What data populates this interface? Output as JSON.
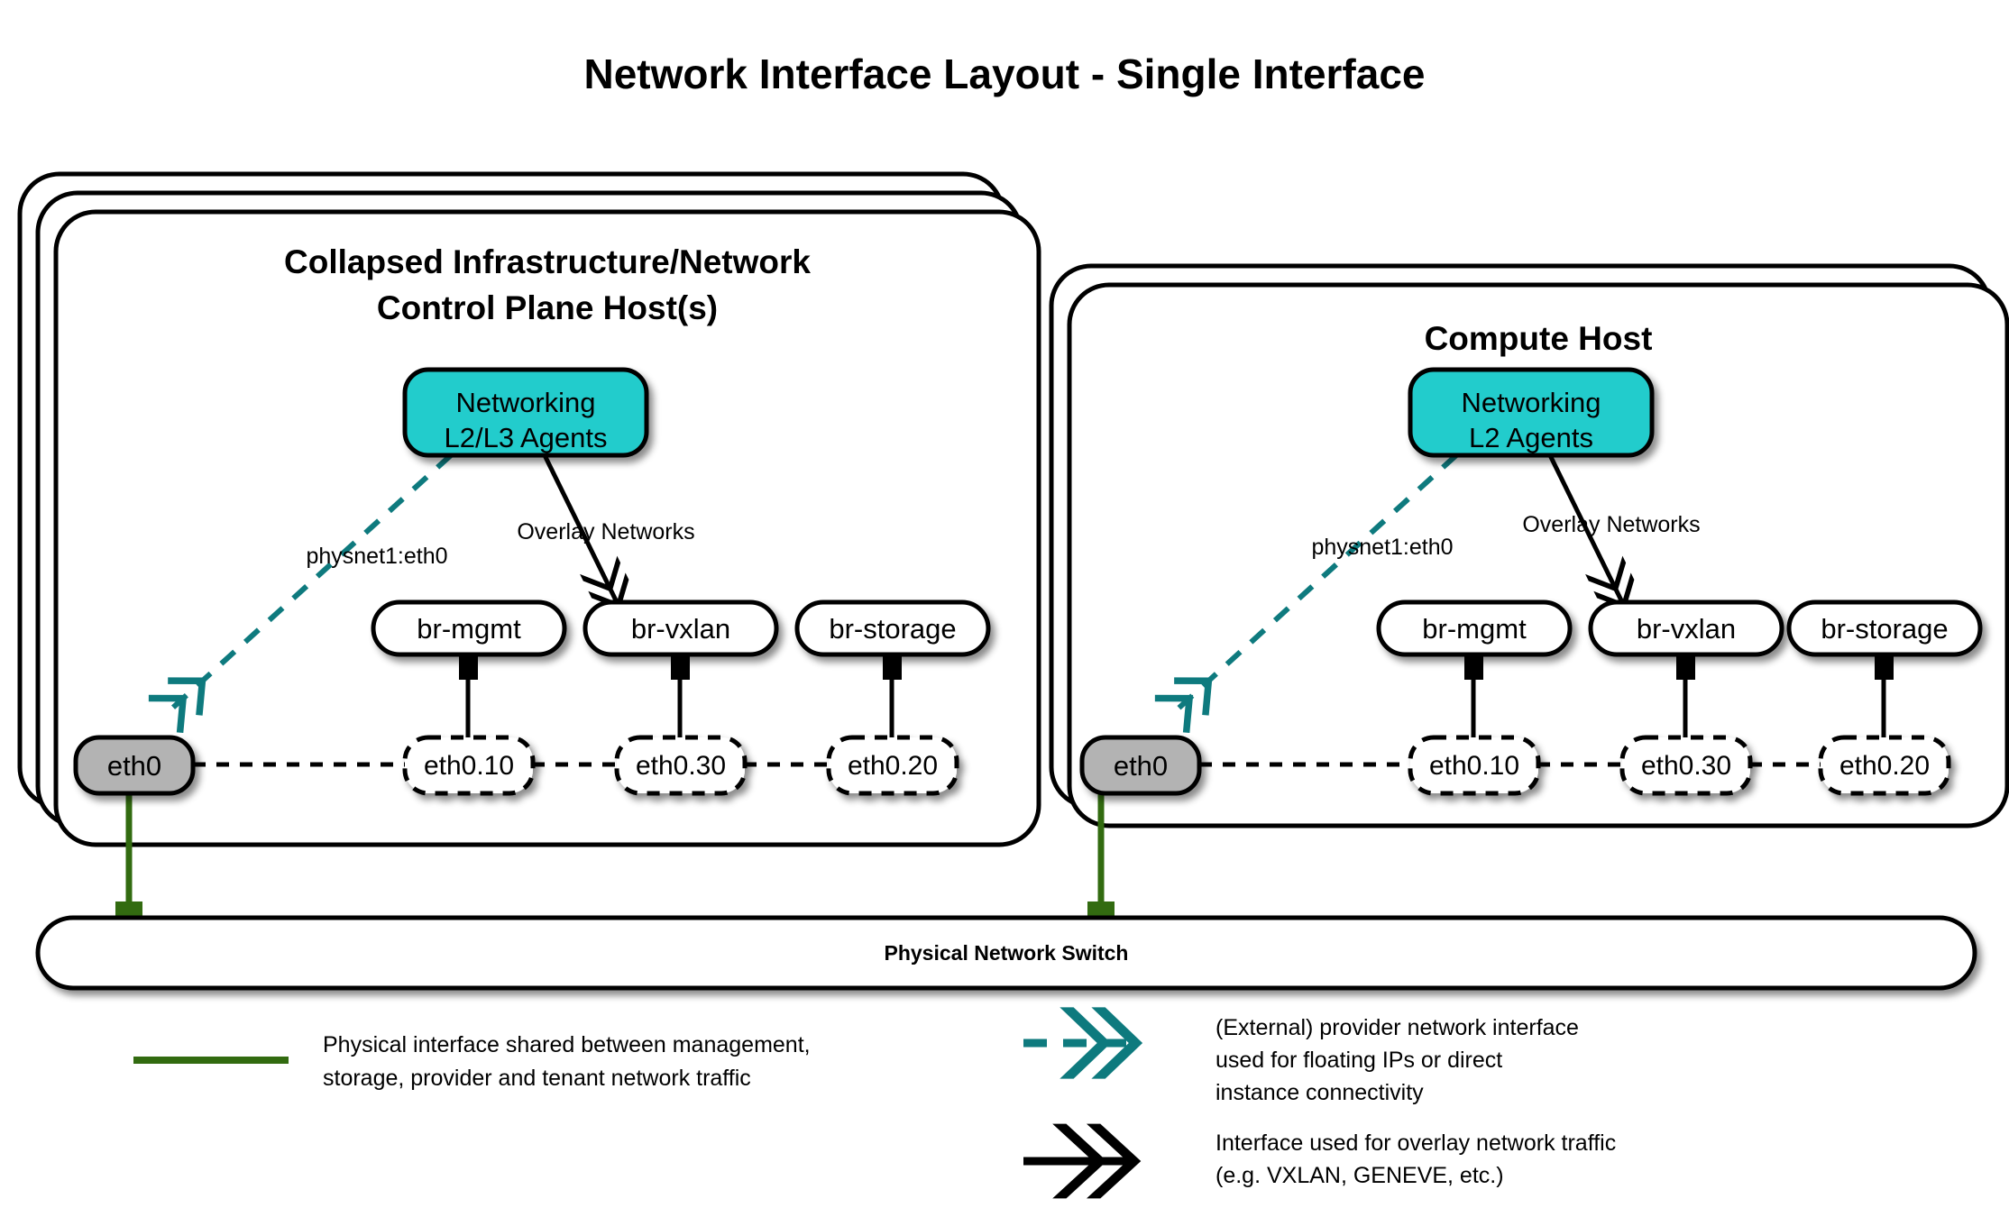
{
  "title": "Network Interface Layout - Single Interface",
  "colors": {
    "agent_fill": "#22CCCC",
    "eth_fill": "#B3B3B3",
    "teal_accent": "#0E7A7E",
    "green_accent": "#326B10",
    "outline": "#000000",
    "background": "#FFFFFF"
  },
  "hosts": [
    {
      "id": "control-plane-host",
      "title_line1": "Collapsed Infrastructure/Network",
      "title_line2": "Control Plane Host(s)",
      "stack_count": 3,
      "agent": {
        "line1": "Networking",
        "line2": "L2/L3 Agents"
      },
      "edge_labels": {
        "provider": "physnet1:eth0",
        "overlay": "Overlay Networks"
      },
      "physical_interface": "eth0",
      "bridges": [
        {
          "name": "br-mgmt",
          "vlan": "eth0.10"
        },
        {
          "name": "br-vxlan",
          "vlan": "eth0.30"
        },
        {
          "name": "br-storage",
          "vlan": "eth0.20"
        }
      ]
    },
    {
      "id": "compute-host",
      "title_line1": "Compute Host",
      "title_line2": "",
      "stack_count": 2,
      "agent": {
        "line1": "Networking",
        "line2": "L2 Agents"
      },
      "edge_labels": {
        "provider": "physnet1:eth0",
        "overlay": "Overlay Networks"
      },
      "physical_interface": "eth0",
      "bridges": [
        {
          "name": "br-mgmt",
          "vlan": "eth0.10"
        },
        {
          "name": "br-vxlan",
          "vlan": "eth0.30"
        },
        {
          "name": "br-storage",
          "vlan": "eth0.20"
        }
      ]
    }
  ],
  "switch": {
    "label": "Physical Network Switch"
  },
  "legend": [
    {
      "id": "physical-interface",
      "swatch": "green-solid-line",
      "lines": [
        "Physical interface shared between management,",
        "storage, provider and tenant network traffic"
      ]
    },
    {
      "id": "provider-network-interface",
      "swatch": "teal-dashed-arrow",
      "lines": [
        "(External) provider network interface",
        "used for floating IPs or direct",
        "instance connectivity"
      ]
    },
    {
      "id": "overlay-network-interface",
      "swatch": "black-solid-arrow",
      "lines": [
        "Interface used for overlay network traffic",
        "(e.g. VXLAN, GENEVE, etc.)"
      ]
    }
  ]
}
